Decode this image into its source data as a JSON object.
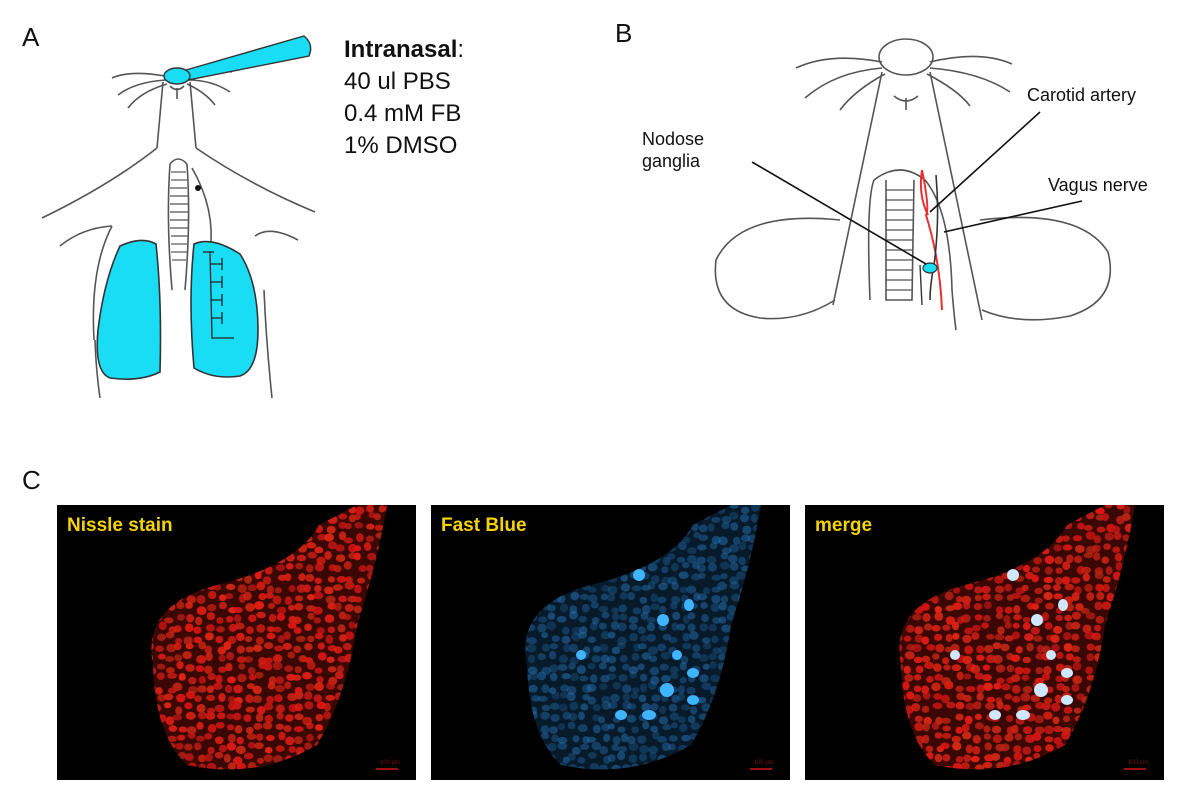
{
  "panels": {
    "a": {
      "letter": "A"
    },
    "b": {
      "letter": "B"
    },
    "c": {
      "letter": "C"
    }
  },
  "intranasal": {
    "heading": "Intranasal",
    "heading_suffix": ":",
    "lines": [
      "40 ul PBS",
      "0.4 mM FB",
      "1% DMSO"
    ]
  },
  "callouts": {
    "carotid": "Carotid artery",
    "nodose_1": "Nodose",
    "nodose_2": "ganglia",
    "vagus": "Vagus nerve"
  },
  "micrographs": [
    {
      "label": "Nissle stain"
    },
    {
      "label": "Fast Blue"
    },
    {
      "label": "merge"
    }
  ],
  "scale_bar_text": "100 µm",
  "colors": {
    "dye": "#19dcf5",
    "artery": "#e83030",
    "outline": "#555555",
    "label_yellow": "#f5d300",
    "nissl_red": "#c81e14",
    "fastblue": "#3fb4ff"
  }
}
